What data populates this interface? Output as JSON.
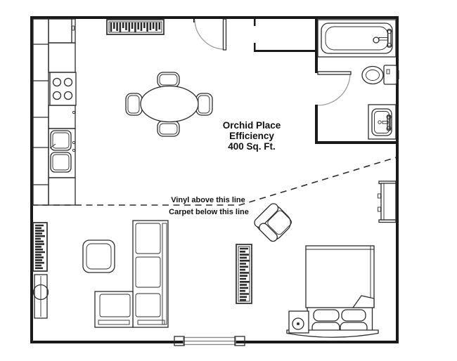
{
  "header": {
    "title_line1": "Orchid Place",
    "title_line2": "Efficiency",
    "title_line3": "400 Sq. Ft."
  },
  "flooring": {
    "vinyl_label": "Vinyl above this line",
    "carpet_label": "Carpet below this line"
  },
  "icons": {
    "bathtub": "bathtub-icon",
    "toilet": "toilet-icon",
    "bathroom_sink": "sink-icon",
    "stove": "stove-burners-icon",
    "refrigerator": "refrigerator-icon",
    "kitchen_sink": "double-basin-sink-icon",
    "dining_table": "oval-table-icon",
    "sofa": "sectional-sofa-icon",
    "bed": "bed-icon",
    "bookshelf": "bookshelf-icon",
    "door": "door-swing-icon",
    "window": "window-icon",
    "lamp": "lamp-icon"
  },
  "colors": {
    "background": "#ffffff",
    "wall": "#1a1a1a",
    "line": "#2b2b2b",
    "door_arc": "#9c9c9c",
    "window": "#8a8a8a",
    "text": "#111111"
  }
}
